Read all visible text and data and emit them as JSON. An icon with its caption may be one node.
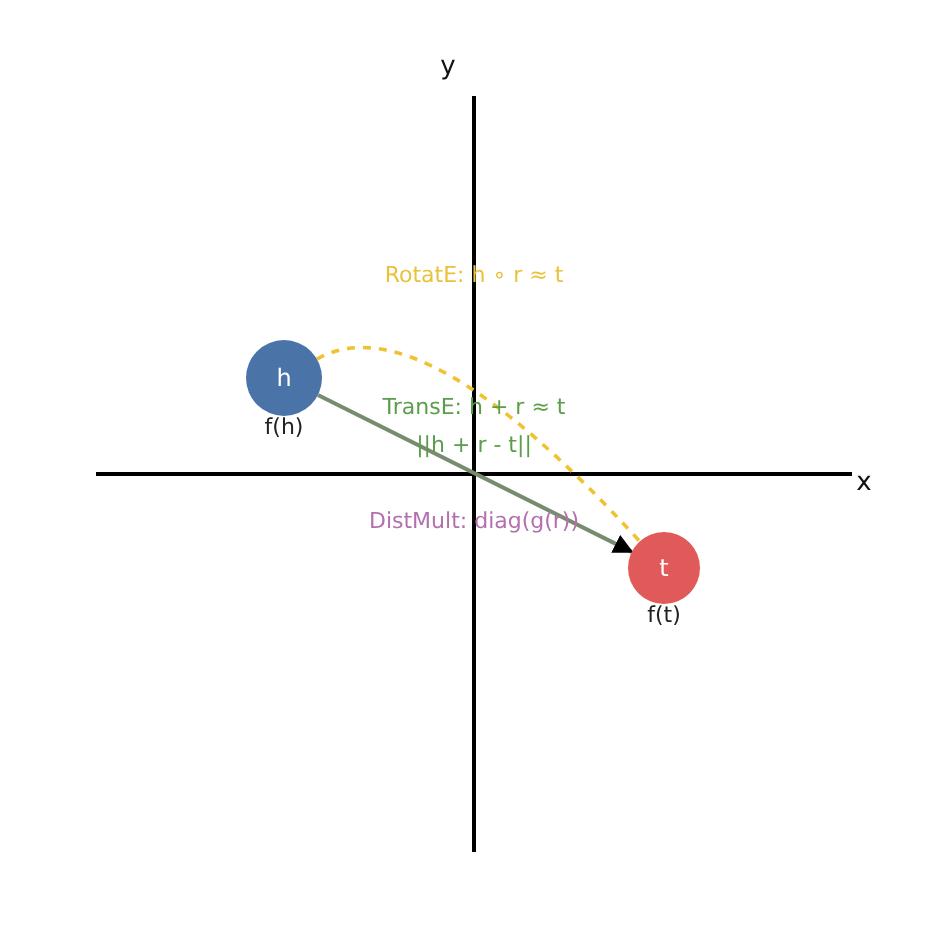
{
  "diagram": {
    "nodes": [
      {
        "text": [
          "h"
        ],
        "beside": [
          "f(h)"
        ]
      },
      {
        "text": [
          "t"
        ],
        "beside": [
          "f(t)"
        ]
      }
    ],
    "edges": [
      {
        "from": 0,
        "to": 1,
        "arrow": "to",
        "color": "#778b6f"
      },
      {
        "from": 0,
        "to": 1,
        "arrow": "none",
        "style": "dashed",
        "color": "#f0c232"
      }
    ],
    "labels": [
      "y",
      "x",
      "RotatE: h ∘ r ≈ t",
      "TransE: h + r ≈ t",
      "||h + r - t||",
      "DistMult: diag(g(r))"
    ]
  }
}
